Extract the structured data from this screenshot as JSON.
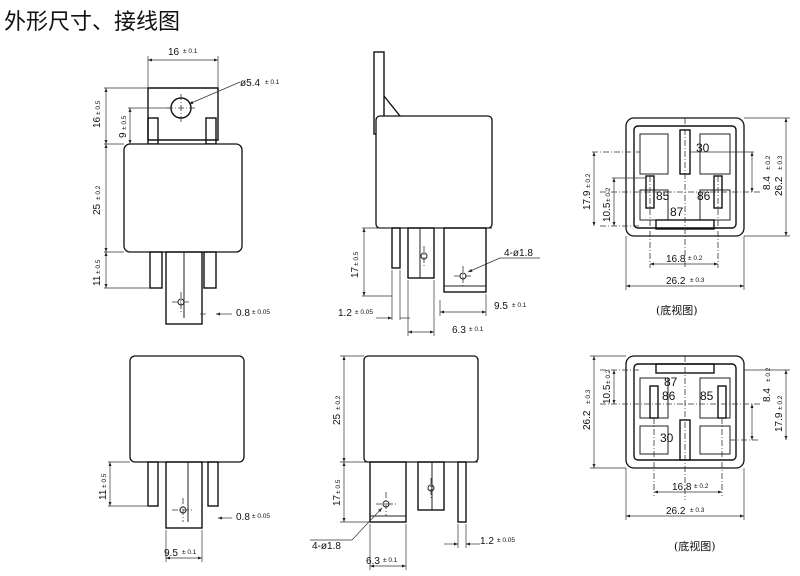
{
  "title": "外形尺寸、接线图",
  "bottom_view_caption": "(底视图)",
  "pins": {
    "p30": "30",
    "p85": "85",
    "p86": "86",
    "p87": "87"
  },
  "dims": {
    "d16": "16",
    "tol01": "± 0.1",
    "d16v": "16",
    "tol05": "± 0.5",
    "d9": "9",
    "d25": "25",
    "tol02": "± 0.2",
    "d11": "11",
    "dia54": "ø5.4",
    "tol01b": "± 0.1",
    "d08": "0.8",
    "tol005": "± 0.05",
    "d17": "17",
    "hole": "4-ø1.8",
    "d95": "9.5",
    "d12": "1.2",
    "d63": "6.3",
    "d179": "17.9",
    "d105": "10.5",
    "d84": "8.4",
    "d262": "26.2",
    "tol03": "± 0.3",
    "d168": "16.8"
  }
}
